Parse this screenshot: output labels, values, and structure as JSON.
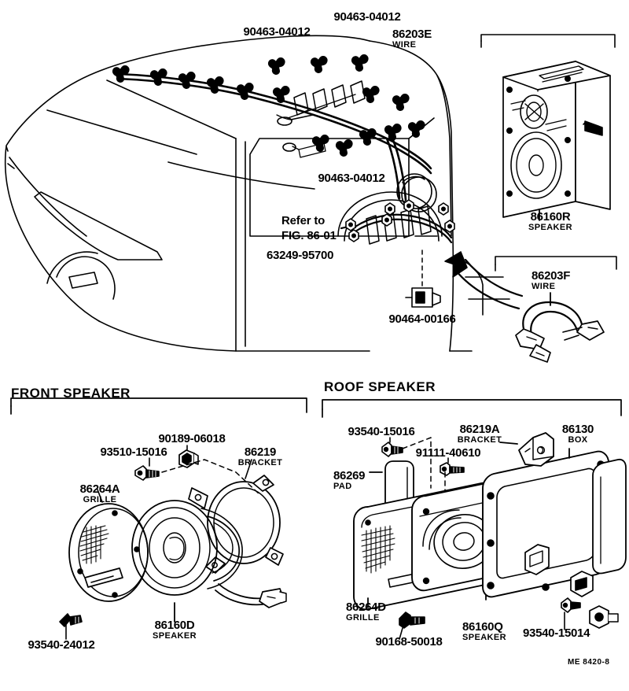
{
  "diagram": {
    "footer_code": "ME 8420-8",
    "sections": [
      {
        "id": "front",
        "title": "FRONT SPEAKER"
      },
      {
        "id": "roof",
        "title": "ROOF SPEAKER"
      }
    ],
    "reference_note": {
      "line1": "Refer to",
      "line2": "FIG. 86-01"
    },
    "callouts": {
      "van_clip_left": {
        "part": "90463-04012",
        "desc": ""
      },
      "van_clip_top": {
        "part": "90463-04012",
        "desc": ""
      },
      "van_wire_e": {
        "part": "86203E",
        "desc": "WIRE"
      },
      "van_clip_mid": {
        "part": "90463-04012",
        "desc": ""
      },
      "van_cover": {
        "part": "63249-95700",
        "desc": ""
      },
      "van_clamp": {
        "part": "90464-00166",
        "desc": ""
      },
      "speaker_r": {
        "part": "86160R",
        "desc": "SPEAKER"
      },
      "wire_f": {
        "part": "86203F",
        "desc": "WIRE"
      },
      "front_screw": {
        "part": "93510-15016",
        "desc": ""
      },
      "front_nut": {
        "part": "90189-06018",
        "desc": ""
      },
      "front_bracket": {
        "part": "86219",
        "desc": "BRACKET"
      },
      "front_grille": {
        "part": "86264A",
        "desc": "GRILLE"
      },
      "front_clip": {
        "part": "93540-24012",
        "desc": ""
      },
      "front_speaker": {
        "part": "86160D",
        "desc": "SPEAKER"
      },
      "roof_screw_a": {
        "part": "93540-15016",
        "desc": ""
      },
      "roof_bolt": {
        "part": "91111-40610",
        "desc": ""
      },
      "roof_bracket": {
        "part": "86219A",
        "desc": "BRACKET"
      },
      "roof_box": {
        "part": "86130",
        "desc": "BOX"
      },
      "roof_pad": {
        "part": "86269",
        "desc": "PAD"
      },
      "roof_grille": {
        "part": "86264D",
        "desc": "GRILLE"
      },
      "roof_screw_b": {
        "part": "90168-50018",
        "desc": ""
      },
      "roof_speaker": {
        "part": "86160Q",
        "desc": "SPEAKER"
      },
      "roof_screw_c": {
        "part": "93540-15014",
        "desc": ""
      }
    },
    "colors": {
      "ink": "#000000",
      "paper": "#ffffff"
    }
  }
}
